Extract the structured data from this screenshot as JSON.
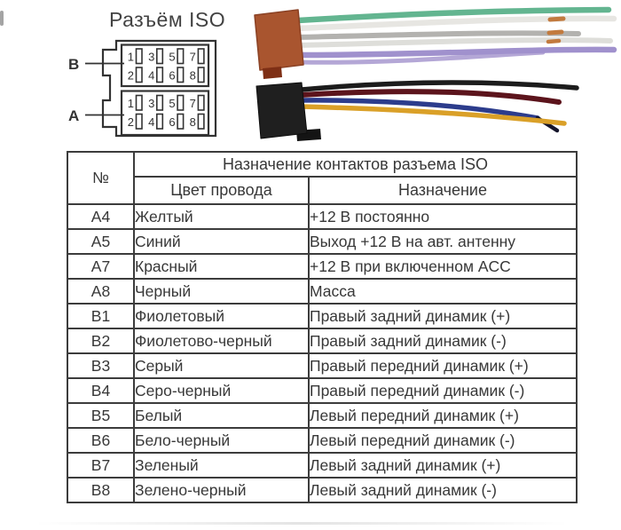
{
  "diagram": {
    "title": "Разъём ISO",
    "block_labels": {
      "top": "B",
      "bottom": "A"
    },
    "pin_rows": [
      [
        "1",
        "3",
        "5",
        "7"
      ],
      [
        "2",
        "4",
        "6",
        "8"
      ]
    ]
  },
  "colors": {
    "brown_body": "#a9552f",
    "brown_tab": "#7e2f15",
    "wire_green": "#63b590",
    "wire_white": "#e7e6e2",
    "wire_gray": "#b3b2af",
    "wire_white2": "#dededa",
    "wire_purple": "#a091cd",
    "wire_lavender": "#b4a7d6",
    "copper_band": "#c27a3e",
    "black_body": "#1f1f1f",
    "black_foot": "#141414",
    "wire_black": "#1c1c1c",
    "wire_darkred": "#5c141c",
    "wire_blue": "#2c3c8c",
    "wire_blue_tip": "#15152b",
    "wire_yellow": "#daa028"
  },
  "table": {
    "header": "Назначение контактов разъема ISO",
    "columns": {
      "no": "№",
      "color": "Цвет провода",
      "purpose": "Назначение"
    },
    "rows": [
      {
        "no": "A4",
        "color": "Желтый",
        "purpose": "+12 В постоянно"
      },
      {
        "no": "A5",
        "color": "Синий",
        "purpose": "Выход +12 В на авт. антенну"
      },
      {
        "no": "A7",
        "color": "Красный",
        "purpose": "+12 В при включенном ACC"
      },
      {
        "no": "A8",
        "color": "Черный",
        "purpose": "Масса"
      },
      {
        "no": "B1",
        "color": "Фиолетовый",
        "purpose": "Правый задний динамик (+)"
      },
      {
        "no": "B2",
        "color": "Фиолетово-черный",
        "purpose": "Правый задний динамик (-)"
      },
      {
        "no": "B3",
        "color": "Серый",
        "purpose": "Правый передний динамик (+)"
      },
      {
        "no": "B4",
        "color": "Серо-черный",
        "purpose": "Правый передний динамик (-)"
      },
      {
        "no": "B5",
        "color": "Белый",
        "purpose": "Левый передний динамик (+)"
      },
      {
        "no": "B6",
        "color": "Бело-черный",
        "purpose": "Левый передний динамик (-)"
      },
      {
        "no": "B7",
        "color": "Зеленый",
        "purpose": "Левый задний динамик (+)"
      },
      {
        "no": "B8",
        "color": "Зелено-черный",
        "purpose": "Левый задний динамик (-)"
      }
    ]
  }
}
